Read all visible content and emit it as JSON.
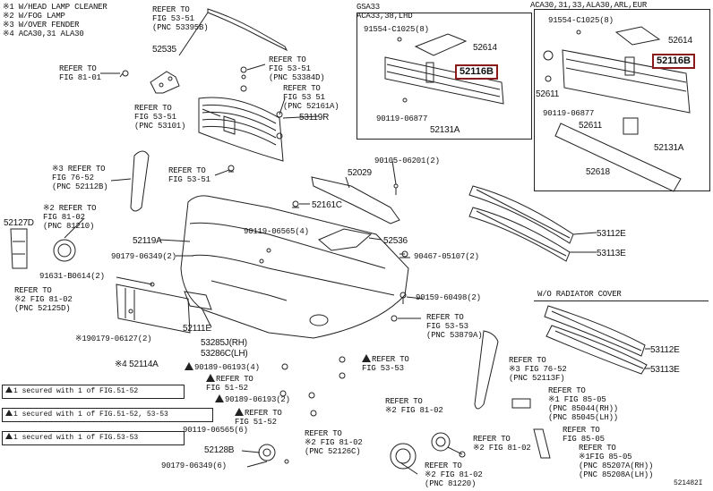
{
  "legend": [
    "※1 W/HEAD LAMP CLEANER",
    "※2 W/FOG LAMP",
    "※3 W/OVER FENDER",
    "※4 ACA30,31 ALA30"
  ],
  "box_left": {
    "title_line1": "GSA33",
    "title_line2": "ACA33,38,LHD",
    "p1": "91554-C1025(8)",
    "p2": "52614",
    "p3": "52116B",
    "p4": "90119-06877",
    "p5": "52131A"
  },
  "box_right": {
    "title": "ACA30,31,33,ALA30,ARL,EUR",
    "p1": "91554-C1025(8)",
    "p2": "52614",
    "p3": "52116B",
    "p4": "52611",
    "p5": "90119-06877",
    "p6": "52611",
    "p7": "52131A",
    "p8": "52618"
  },
  "labels": {
    "ref_top": "REFER TO\nFIG 53-51\n(PNC 53395B)",
    "p52535": "52535",
    "ref_8101": "REFER TO\nFIG 81-01",
    "ref_5351a": "REFER TO\nFIG 53-51\n(PNC 53384D)",
    "ref_5351b": "REFER TO\nFIG 53 51\n(PNC 52161A)",
    "ref_5351c": "REFER TO\nFIG 53-51\n(PNC 53101)",
    "p53119r": "53119R",
    "ref_7652a": "※3 REFER TO\nFIG 76-52\n(PNC 52112B)",
    "ref_5351d": "REFER TO\nFIG 53-51",
    "p90105": "90105-06201(2)",
    "p52029": "52029",
    "p52127d": "52127D",
    "ref_8102a": "※2 REFER TO\nFIG 81-02\n(PNC 81210)",
    "p52161c": "52161C",
    "p90119a": "90119-06565(4)",
    "p52119a": "52119A",
    "p52536": "52536",
    "p90179a": "90179-06349(2)",
    "p90467": "90467-05107(2)",
    "p91631": "91631-B0614(2)",
    "ref_8102b": "REFER TO\n※2 FIG 81-02\n(PNC 52125D)",
    "p90159": "90159-60498(2)",
    "ref_5353a": "REFER TO\nFIG 53-53\n(PNC 53879A)",
    "p52111e": "52111E",
    "p90179b": "※190179-06127(2)",
    "p53285j": "53285J(RH)",
    "p53286c": "53286C(LH)",
    "p52114a": "※4 52114A",
    "p90189a": "90189-06193(4)",
    "ref_5353b": "REFER TO\nFIG 53-53",
    "ref_5152a": "REFER TO\nFIG 51-52",
    "ref_7652b": "REFER TO\n※3 FIG 76-52\n(PNC 52113F)",
    "p90189b": "90189-06193(2)",
    "ref_8102c": "REFER TO\n※2 FIG 81-02",
    "ref_5152b": "REFER TO\nFIG 51-52",
    "p90119b": "90119-06565(6)",
    "p52128b": "52128B",
    "p90179c": "90179-06349(6)",
    "ref_8102d": "REFER TO\n※2 FIG 81-02\n(PNC 52126C)",
    "ref_8102e": "REFER TO\n※2 FIG 81-02",
    "ref_8102f": "REFER TO\n※2 FIG 81-02\n(PNC 81220)",
    "p53112e_a": "53112E",
    "p53113e_a": "53113E",
    "wo_radiator": "W/O RADIATOR COVER",
    "p53112e_b": "53112E",
    "p53113e_b": "53113E",
    "ref_8505a": "REFER TO\n※1 FIG 85-05\n(PNC 85044(RH))\n(PNC 85045(LH))",
    "ref_8505b": "REFER TO\nFIG 85-05",
    "ref_8505c": "REFER TO\n※1FIG 85-05\n(PNC 85207A(RH))\n(PNC 85208A(LH))",
    "code": "521482I"
  },
  "notes": [
    "1   secured with  1   of FIG.51-52",
    "1   secured with  1   of FIG.51-52, 53-53",
    "1   secured with  1   of FIG.53-53"
  ],
  "colors": {
    "highlight_border": "#8b1a1a",
    "ink": "#222222"
  }
}
